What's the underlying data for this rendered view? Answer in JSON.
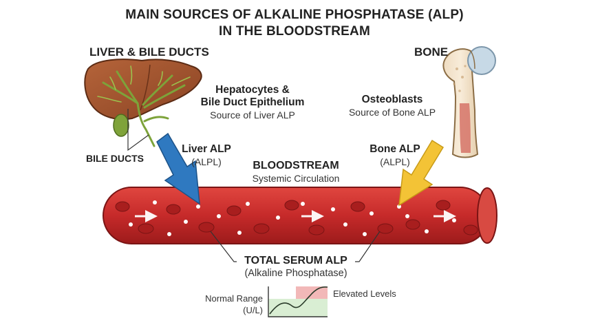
{
  "title": {
    "line1": "MAIN SOURCES OF ALKALINE PHOSPHATASE (ALP)",
    "line2": "IN THE BLOODSTREAM"
  },
  "liver": {
    "heading": "LIVER & BILE DUCTS",
    "cells_line1": "Hepatocytes &",
    "cells_line2": "Bile Duct Epithelium",
    "source": "Source of Liver ALP",
    "bile_ducts_label": "BILE DUCTS",
    "alp_name": "Liver ALP",
    "alp_gene": "(ALPL)",
    "organ_color": "#a0522d",
    "arrow_color": "#2f79c0"
  },
  "bone": {
    "heading": "BONE",
    "cells": "Osteoblasts",
    "source": "Source of Bone ALP",
    "alp_name": "Bone ALP",
    "alp_gene": "(ALPL)",
    "arrow_color": "#f3c336"
  },
  "bloodstream": {
    "heading": "BLOODSTREAM",
    "subtitle": "Systemic Circulation",
    "vessel_color": "#c62a2a"
  },
  "serum": {
    "heading": "TOTAL SERUM ALP",
    "subtitle": "(Alkaline Phosphatase)"
  },
  "legend": {
    "normal_line1": "Normal Range",
    "normal_line2": "(U/L)",
    "elevated": "Elevated Levels",
    "normal_color": "#d9eed3",
    "elevated_color": "#f2b8b8"
  }
}
